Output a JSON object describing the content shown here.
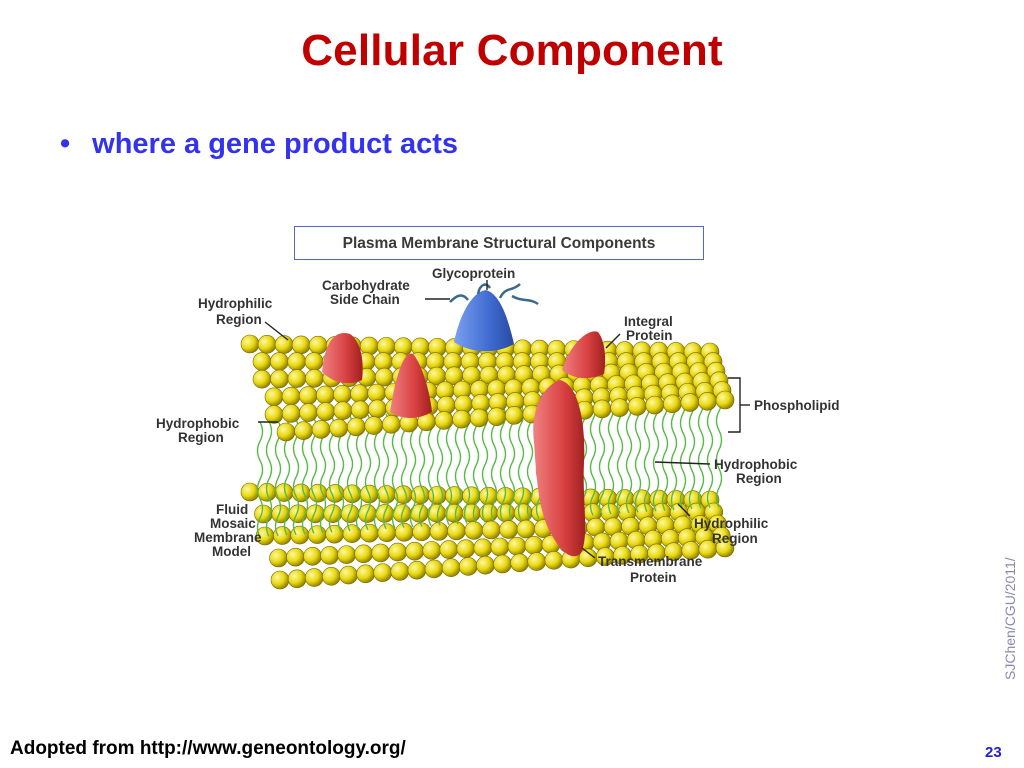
{
  "slide": {
    "title": "Cellular Component",
    "bullet": "where a gene product acts",
    "footer": "Adopted from http://www.geneontology.org/",
    "page_number": "23",
    "watermark": "SJChen/CGU/2011/"
  },
  "diagram": {
    "title": "Plasma Membrane Structural Components",
    "labels": {
      "glycoprotein": "Glycoprotein",
      "carbohydrate_1": "Carbohydrate",
      "carbohydrate_2": "Side Chain",
      "hydrophilic_top_1": "Hydrophilic",
      "hydrophilic_top_2": "Region",
      "integral_1": "Integral",
      "integral_2": "Protein",
      "phospholipid": "Phospholipid",
      "hydrophobic_left_1": "Hydrophobic",
      "hydrophobic_left_2": "Region",
      "hydrophobic_right_1": "Hydrophobic",
      "hydrophobic_right_2": "Region",
      "fluid_1": "Fluid",
      "fluid_2": "Mosaic",
      "fluid_3": "Membrane",
      "fluid_4": "Model",
      "hydrophilic_bottom_1": "Hydrophilic",
      "hydrophilic_bottom_2": "Region",
      "transmembrane_1": "Transmembrane",
      "transmembrane_2": "Protein"
    },
    "colors": {
      "head": "#e8d810",
      "head_shade": "#9a8a00",
      "tail": "#55bb44",
      "protein_red": "#e05050",
      "glycoprotein_blue": "#4a78d8"
    }
  }
}
